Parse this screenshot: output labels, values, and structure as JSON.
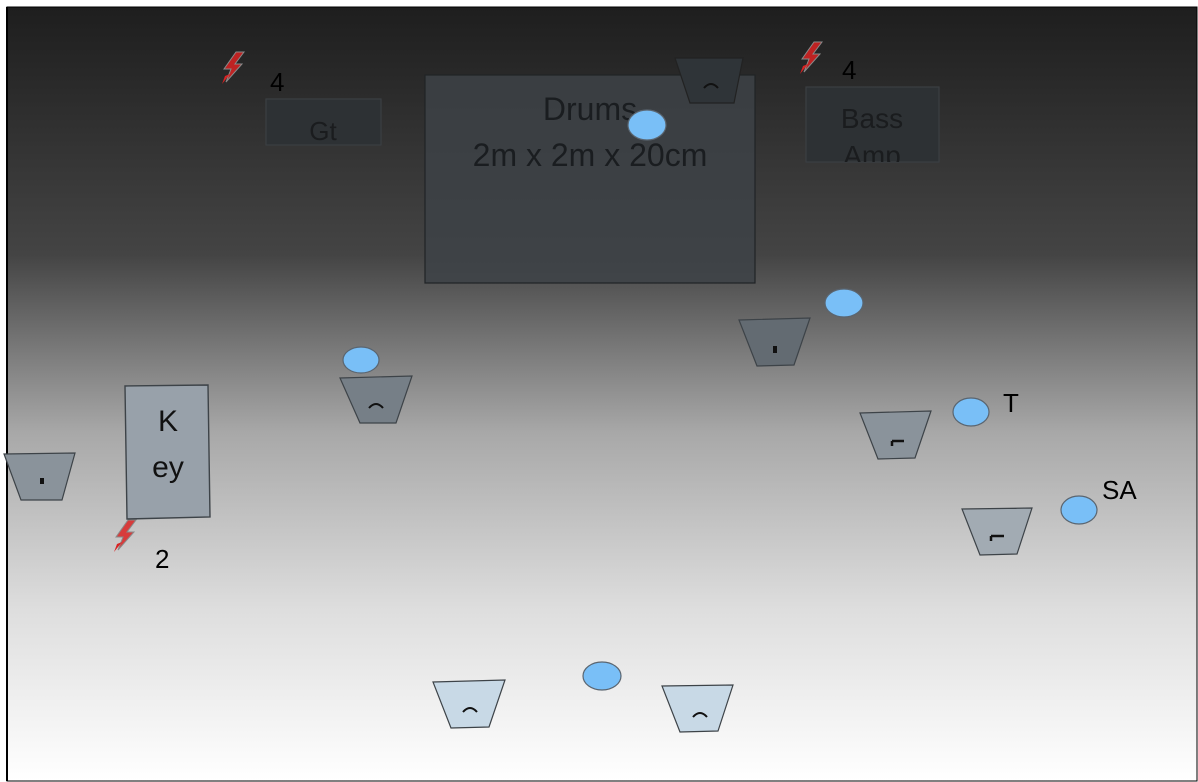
{
  "stage": {
    "background_top_color": "#1e1e1e",
    "background_bottom_color": "#ffffff"
  },
  "drums": {
    "label_line1": "Drums",
    "label_line2": "2m x 2m x 20cm"
  },
  "guitar_amp": {
    "label": "Gt"
  },
  "bass_amp": {
    "label_line1": "Bass",
    "label_line2": "Amp"
  },
  "keyboard": {
    "label_line1": "K",
    "label_line2": "ey"
  },
  "power_outlets": [
    {
      "name": "power-outlet-guitar",
      "count": "4"
    },
    {
      "name": "power-outlet-bass",
      "count": "4"
    },
    {
      "name": "power-outlet-keys",
      "count": "2"
    }
  ],
  "mic_labels": {
    "t": "T",
    "sa": "SA"
  },
  "colors": {
    "microphone": "#79bff7",
    "power_icon": "#d92323"
  }
}
